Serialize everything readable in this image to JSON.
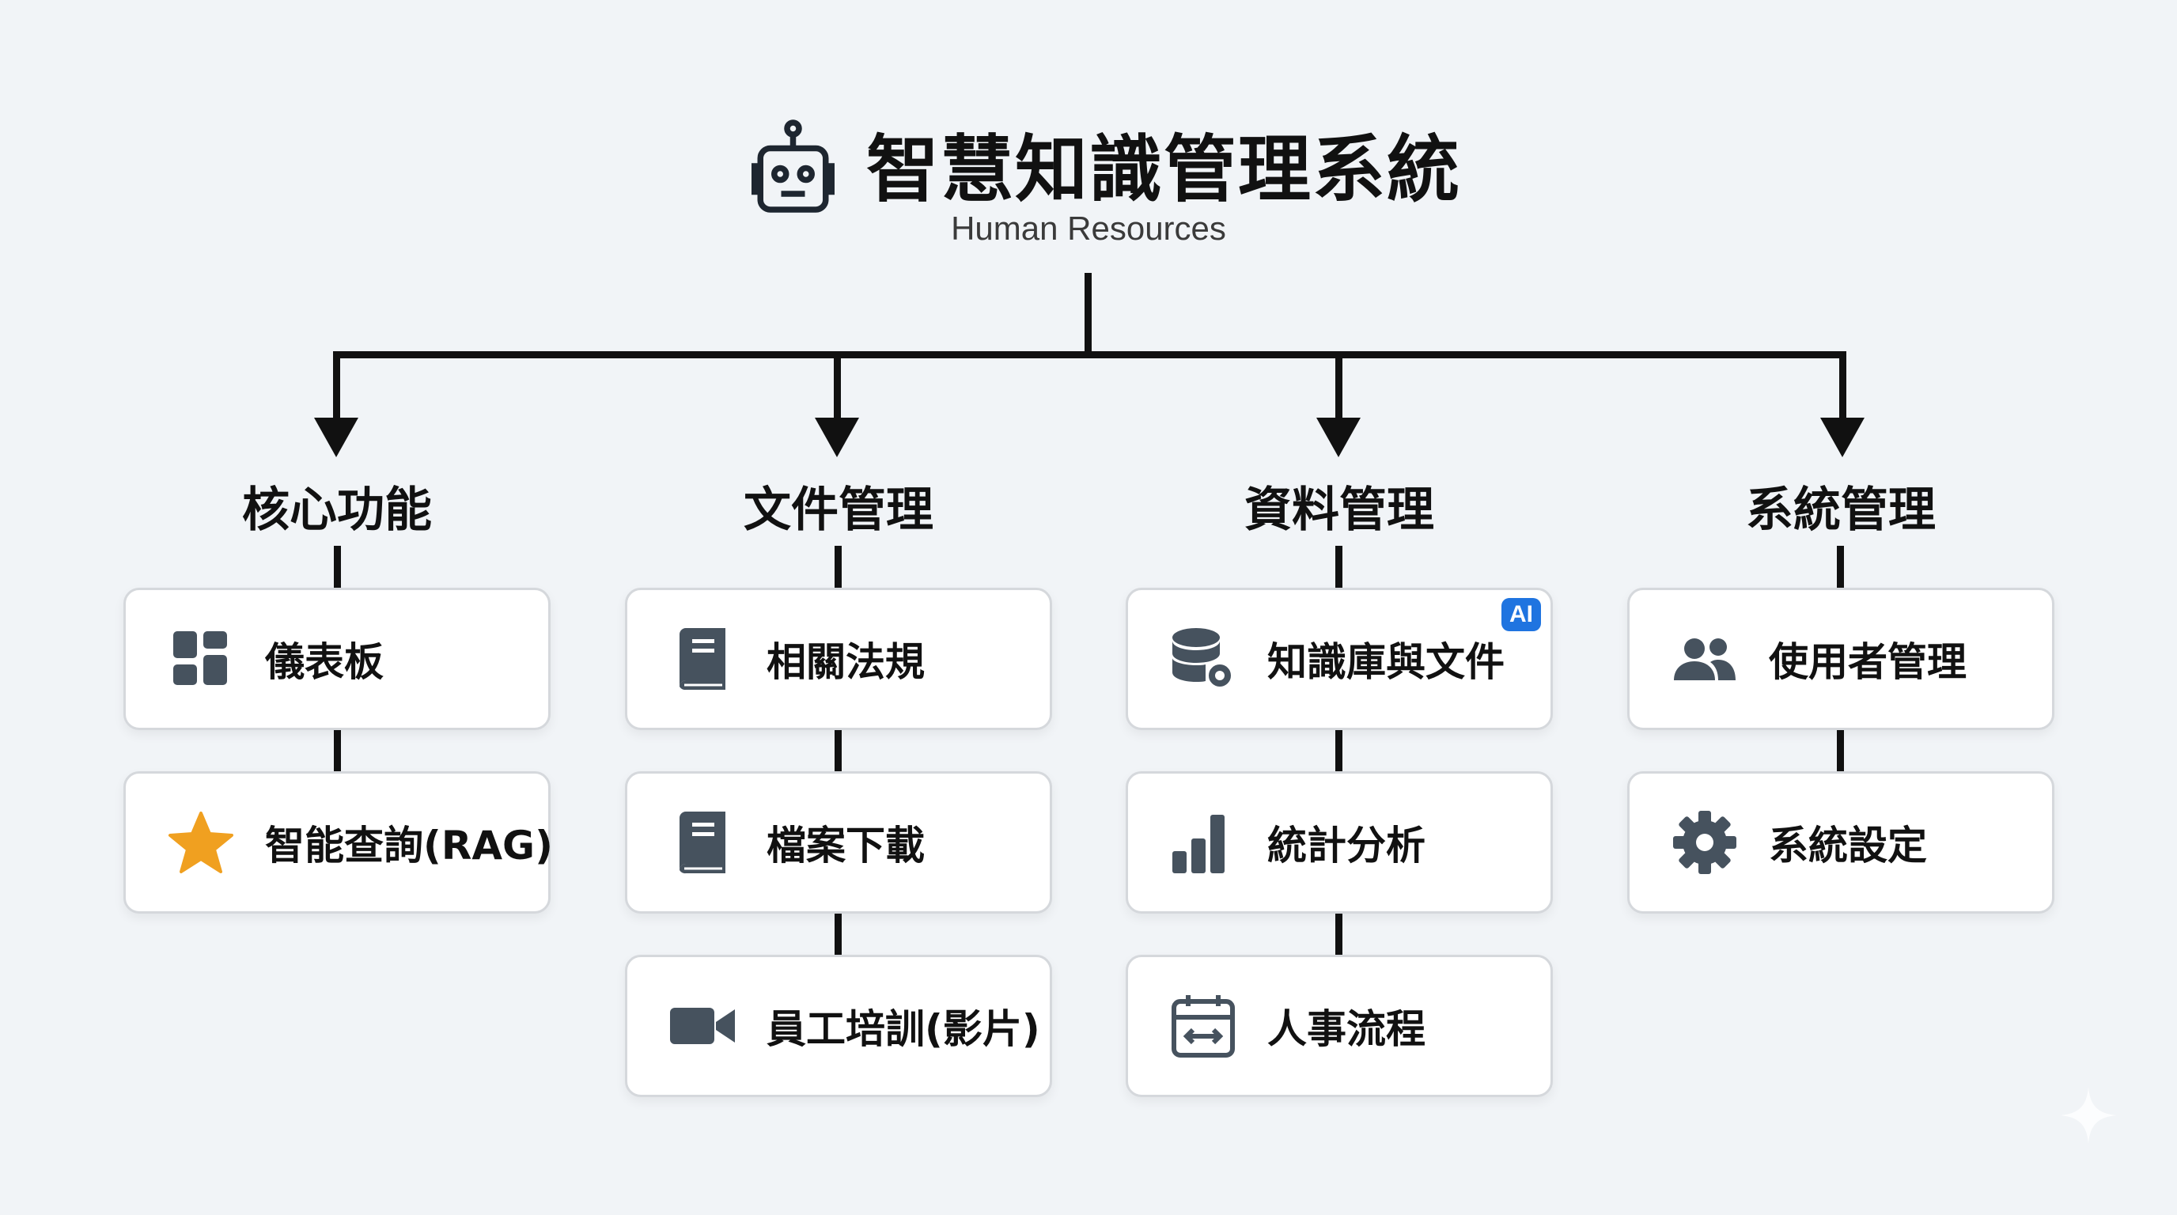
{
  "header": {
    "title": "智慧知識管理系統",
    "subtitle": "Human Resources",
    "icon": "robot-icon"
  },
  "columns": [
    {
      "heading": "核心功能",
      "items": [
        {
          "label": "儀表板",
          "icon": "dashboard-icon"
        },
        {
          "label": "智能查詢(RAG)",
          "icon": "star-icon"
        }
      ]
    },
    {
      "heading": "文件管理",
      "items": [
        {
          "label": "相關法規",
          "icon": "book-icon"
        },
        {
          "label": "檔案下載",
          "icon": "book-icon"
        },
        {
          "label": "員工培訓(影片)",
          "icon": "video-camera-icon"
        }
      ]
    },
    {
      "heading": "資料管理",
      "items": [
        {
          "label": "知識庫與文件",
          "icon": "database-gear-icon",
          "badge": "AI"
        },
        {
          "label": "統計分析",
          "icon": "bar-chart-icon"
        },
        {
          "label": "人事流程",
          "icon": "calendar-arrows-icon"
        }
      ]
    },
    {
      "heading": "系統管理",
      "items": [
        {
          "label": "使用者管理",
          "icon": "users-icon"
        },
        {
          "label": "系統設定",
          "icon": "gear-icon"
        }
      ]
    }
  ],
  "colors": {
    "icon": "#46525e",
    "star": "#f0a020",
    "badge": "#1f74e0",
    "line": "#111111"
  }
}
